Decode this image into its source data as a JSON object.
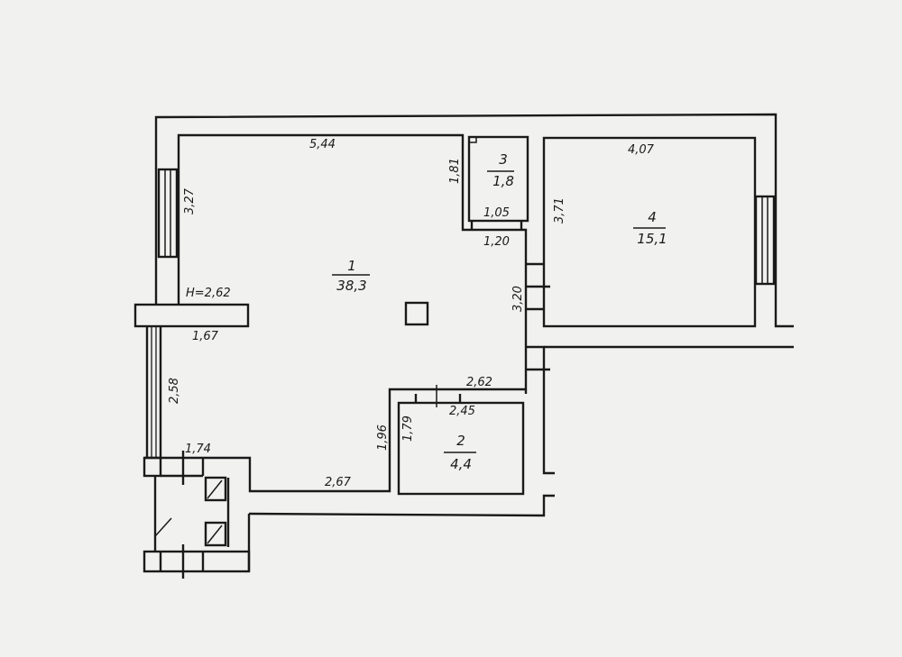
{
  "rooms": [
    {
      "number": "1",
      "area": "38,3"
    },
    {
      "number": "2",
      "area": "4,4"
    },
    {
      "number": "3",
      "area": "1,8"
    },
    {
      "number": "4",
      "area": "15,1"
    }
  ],
  "dimensions": {
    "room1_top": "5,44",
    "room1_left_upper": "3,27",
    "ceiling_height": "H=2,62",
    "pillar": "1,67",
    "window_lower": "2,58",
    "entry": "1,74",
    "room1_bottom": "2,67",
    "room3_left": "1,81",
    "room3_door": "1,05",
    "room3_bottom": "1,20",
    "room1_right": "3,20",
    "room2_top_outer": "2,62",
    "room2_top_inner": "2,45",
    "room2_left_outer": "1,96",
    "room2_left_inner": "1,79",
    "room4_top": "4,07",
    "room4_left": "3,71"
  }
}
